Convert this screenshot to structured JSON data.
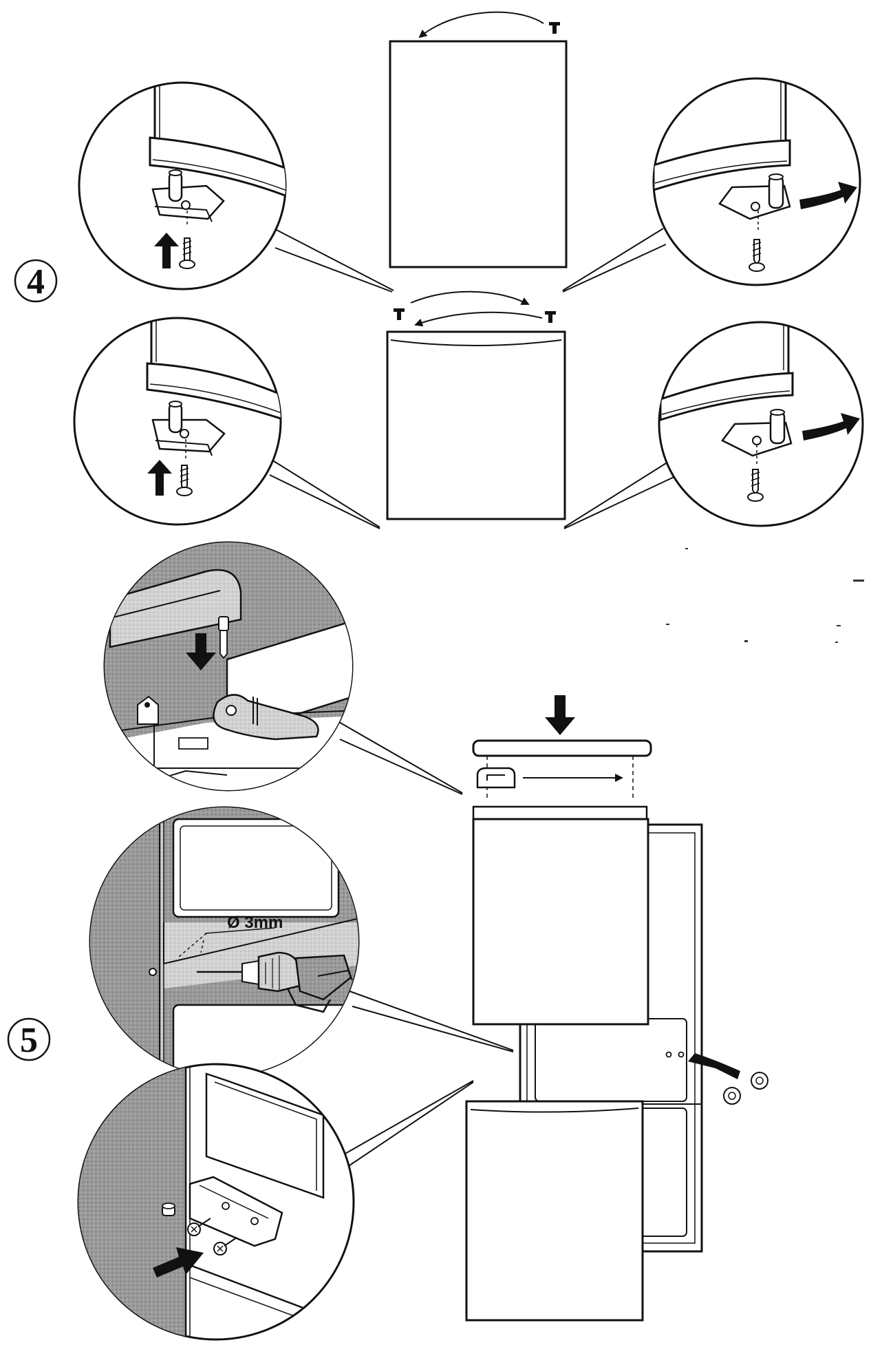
{
  "steps": {
    "step4": "4",
    "step5": "5"
  },
  "labels": {
    "drill_diameter": "Ø 3mm"
  },
  "colors": {
    "ink": "#111111",
    "paper": "#ffffff",
    "shade": "#8c8c8c",
    "shade_light": "#c4c4c4"
  },
  "icons": [
    "hinge-pin-icon",
    "screw-icon",
    "arrow-up-icon",
    "arrow-down-icon",
    "curved-arrow-icon",
    "drill-icon",
    "cover-cap-icon"
  ]
}
